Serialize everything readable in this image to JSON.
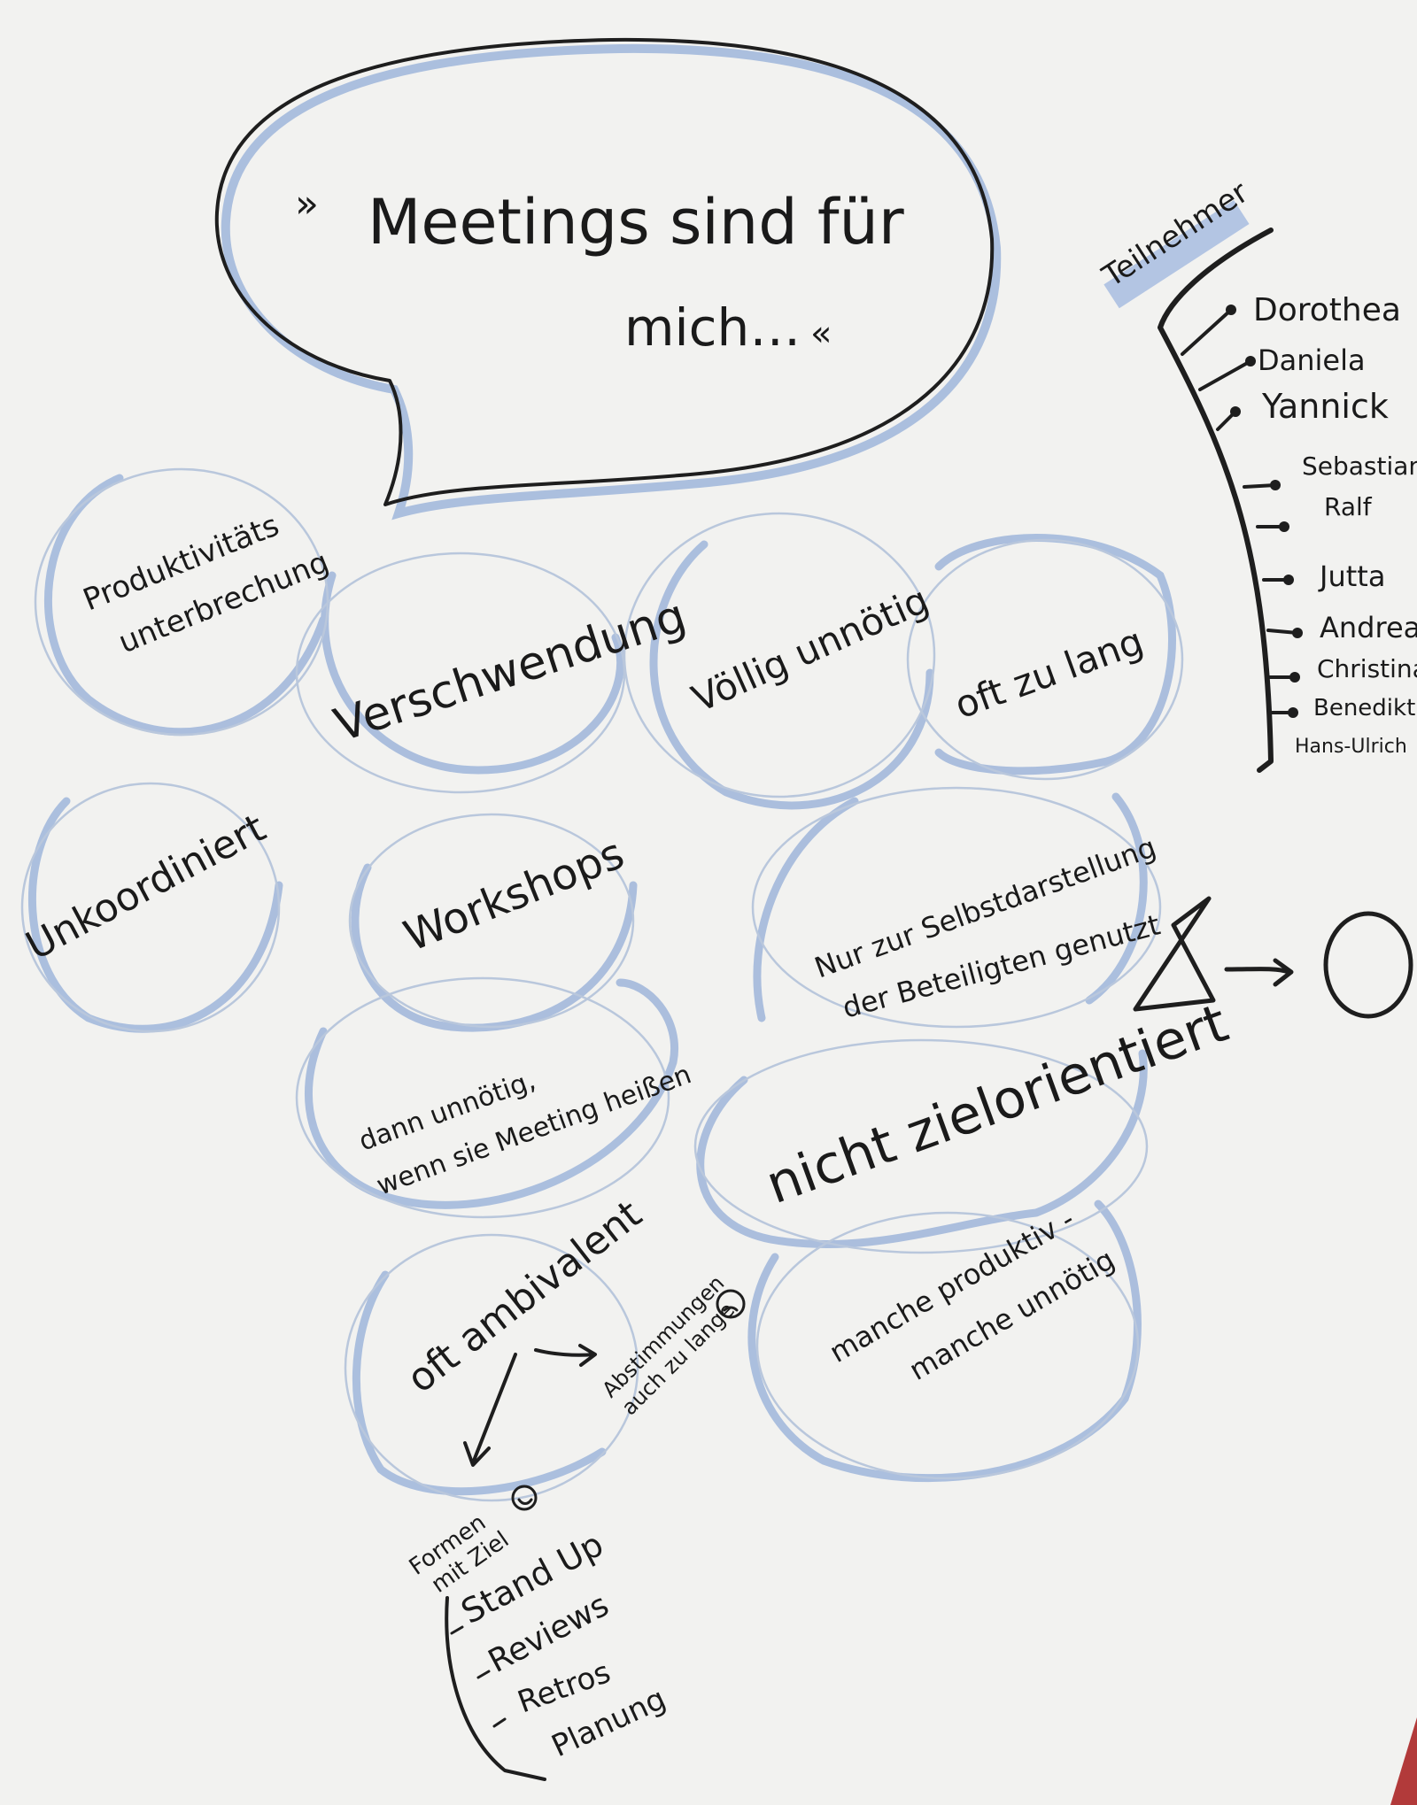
{
  "title": {
    "open_quote": "»",
    "line1": "Meetings sind für",
    "line2": "mich…",
    "close_quote": "«"
  },
  "participants": {
    "heading": "Teilnehmer",
    "names": [
      "Dorothea",
      "Daniela",
      "Yannick",
      "Sebastian",
      "Ralf",
      "Jutta",
      "Andreas",
      "Christina",
      "Benedikt",
      "Hans-Ulrich"
    ]
  },
  "bubbles": {
    "produktivitaet": [
      "Produktivitäts",
      "unterbrechung"
    ],
    "verschwendung": "Verschwendung",
    "voellig": "Völlig unnötig",
    "oft_lang": "oft zu lang",
    "unkoordiniert": "Unkoordiniert",
    "workshops": "Workshops",
    "selbstdarstellung": [
      "Nur zur Selbstdarstellung",
      "der Beteiligten genutzt"
    ],
    "dann_unnoetig": [
      "dann unnötig,",
      "wenn sie Meeting heißen"
    ],
    "nicht_ziel": "nicht zielorientiert",
    "ambivalent": "oft ambivalent",
    "manche": [
      "manche produktiv -",
      "manche unnötig"
    ]
  },
  "annotations": {
    "abstimmung": [
      "Abstimmungen",
      "auch zu lange"
    ],
    "formen": [
      "Formen",
      "mit Ziel"
    ],
    "list": [
      "Stand Up",
      "Reviews",
      "Retros",
      "Planung"
    ]
  }
}
